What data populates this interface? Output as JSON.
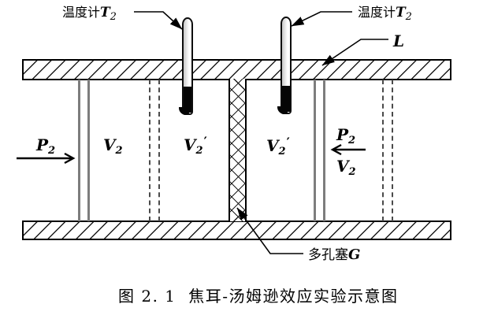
{
  "figure": {
    "caption": "图 2. 1  焦耳-汤姆逊效应实验示意图"
  },
  "labels": {
    "thermometer_left": {
      "cjk": "温度计",
      "sym": "T",
      "sub": "2"
    },
    "thermometer_right": {
      "cjk": "温度计",
      "sym": "T",
      "sub": "2"
    },
    "wall_length": {
      "sym": "L"
    },
    "porous_plug": {
      "cjk": "多孔塞",
      "sym": "G"
    },
    "pressure_left": {
      "sym": "P",
      "sub": "2"
    },
    "volume_left": {
      "sym": "V",
      "sub": "2"
    },
    "volume_left_prime": {
      "sym": "V",
      "sub": "2",
      "prime": "′"
    },
    "volume_right_prime": {
      "sym": "V",
      "sub": "2",
      "prime": "′"
    },
    "pressure_right": {
      "sym": "P",
      "sub": "2"
    },
    "volume_right": {
      "sym": "V",
      "sub": "2"
    }
  },
  "icons": {
    "flow_left": "arrow-right",
    "flow_right": "arrow-left",
    "leaders": "filled-arrowhead"
  },
  "colors": {
    "ink": "#000000",
    "piston_gray": "#7d7d7d",
    "dashed_gray": "#4a4a4a",
    "thermometer_bulb": "#050505",
    "background": "#ffffff"
  }
}
